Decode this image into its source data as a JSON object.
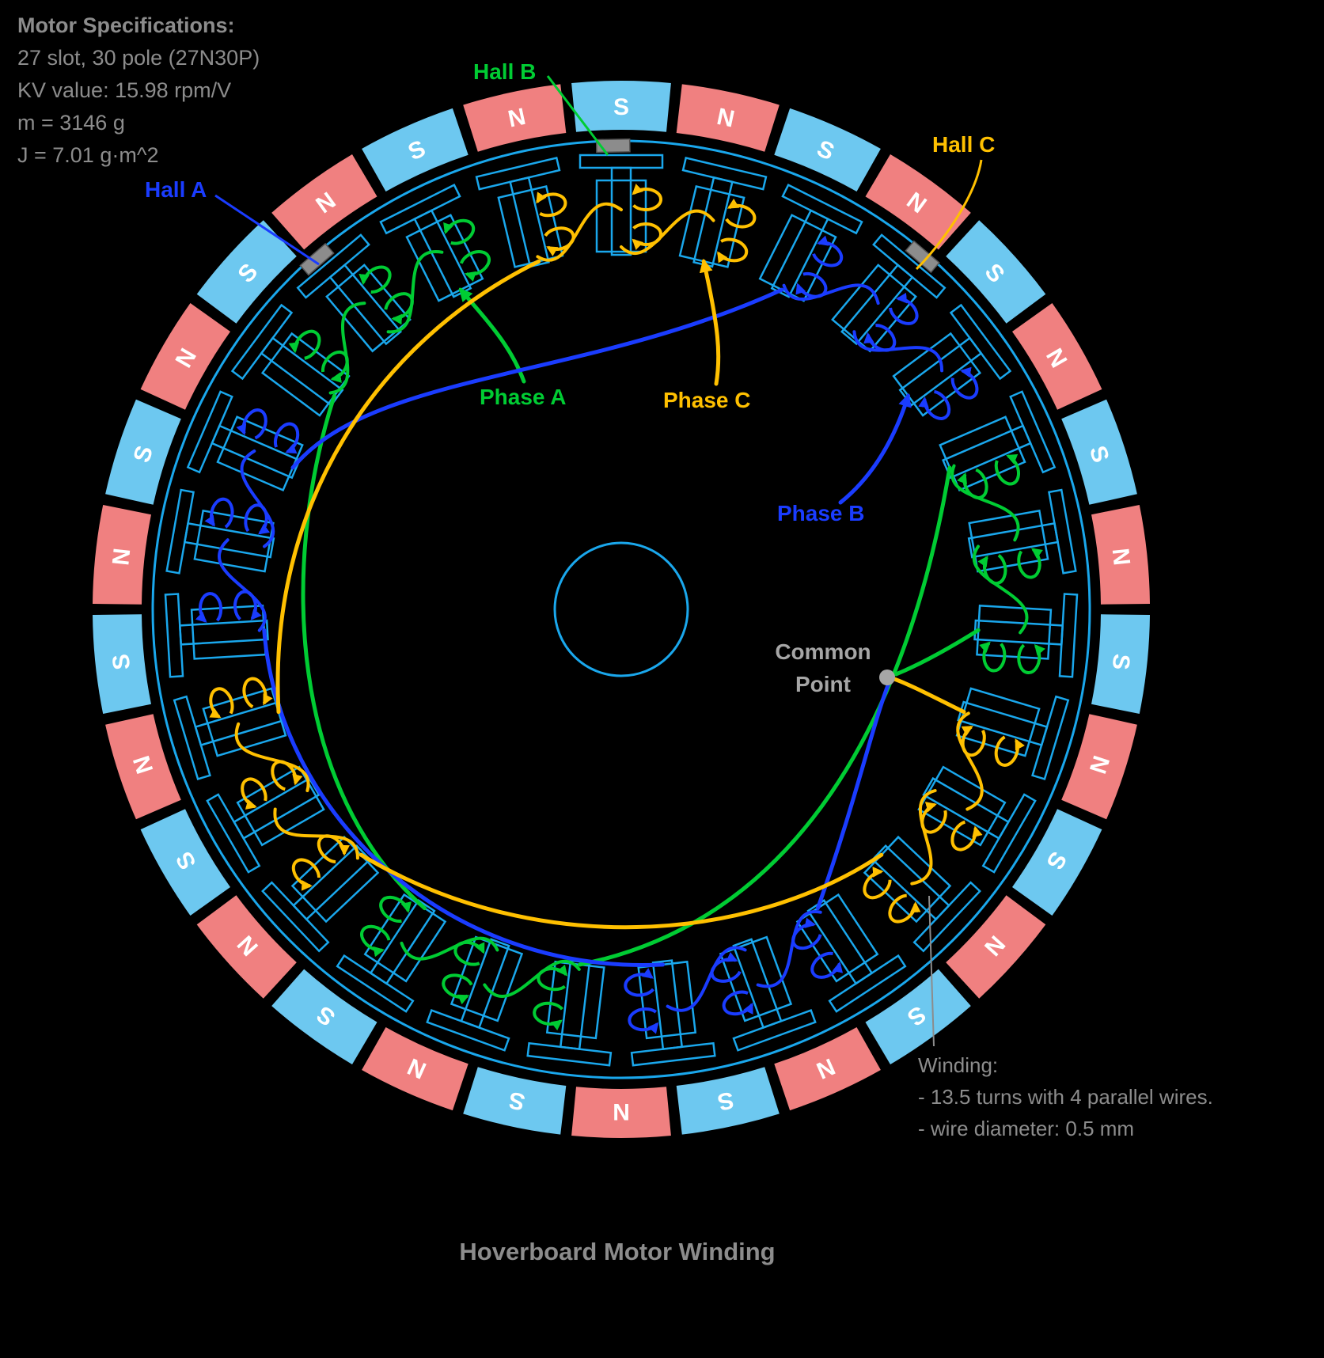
{
  "title": "Hoverboard Motor Winding",
  "specs": {
    "heading": "Motor Specifications:",
    "lines": [
      "27 slot, 30 pole (27N30P)",
      "KV value: 15.98 rpm/V",
      "m = 3146 g",
      "J = 7.01 g·m^2"
    ]
  },
  "winding_note": {
    "heading": "Winding:",
    "lines": [
      "- 13.5 turns with 4 parallel wires.",
      "- wire diameter: 0.5 mm"
    ]
  },
  "labels": {
    "hall_a": "Hall A",
    "hall_b": "Hall B",
    "hall_c": "Hall C",
    "phase_a": "Phase A",
    "phase_b": "Phase B",
    "phase_c": "Phase C",
    "common_line1": "Common",
    "common_line2": "Point"
  },
  "motor": {
    "slots": 27,
    "poles": 30,
    "pole_north": "N",
    "pole_south": "S",
    "top_pole": "S",
    "phase_groups_clockwise_from_top": [
      "C",
      "B",
      "A",
      "C",
      "B",
      "A",
      "C",
      "B",
      "A"
    ]
  },
  "colors": {
    "background": "#000000",
    "phase_a": "#00cc33",
    "phase_b": "#1a3cff",
    "phase_c": "#ffc000",
    "magnet_n": "#f08080",
    "magnet_s": "#6dc8f0",
    "stator": "#1aa7ec",
    "pole_text": "#ffffff",
    "gray_text": "#8c8c8c",
    "common_point": "#a6a6a6",
    "hall_sensor": "#8c8c8c"
  }
}
